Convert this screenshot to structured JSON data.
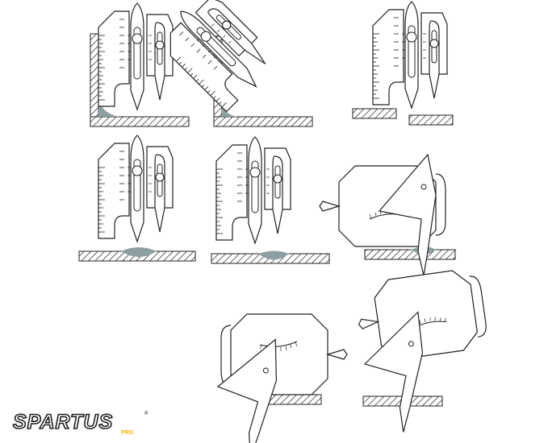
{
  "logo": {
    "wordmark": "SPARTUS",
    "submark": "PRO",
    "registered": "®",
    "accent_color": "#f2b400"
  },
  "panels": [
    {
      "id": "fillet-weld-leg-length",
      "gauge": "weld-gauge",
      "base": "corner",
      "weld_fill": "#8e9fa2"
    },
    {
      "id": "fillet-weld-throat",
      "gauge": "weld-gauge-tilted",
      "base": "corner",
      "weld_fill": "#8e9fa2"
    },
    {
      "id": "misalignment-gap",
      "gauge": "weld-gauge",
      "base": "split-plate",
      "weld_fill": "#8e9fa2"
    },
    {
      "id": "reinforcement-height",
      "gauge": "weld-gauge",
      "base": "plate",
      "weld_fill": "#8e9fa2"
    },
    {
      "id": "undercut-depth",
      "gauge": "weld-gauge",
      "base": "plate",
      "weld_fill": "#8e9fa2"
    },
    {
      "id": "weld-width-angle",
      "gauge": "angle-gauge",
      "base": "plate",
      "weld_fill": "#8e9fa2"
    },
    {
      "id": "bevel-angle",
      "gauge": "angle-gauge",
      "base": "plate",
      "weld_fill": "#8e9fa2"
    },
    {
      "id": "pit-depth",
      "gauge": "angle-gauge",
      "base": "plate",
      "weld_fill": "#8e9fa2"
    }
  ],
  "colors": {
    "outline": "#222222",
    "fill": "#ffffff",
    "weld": "#8e9fa2"
  }
}
